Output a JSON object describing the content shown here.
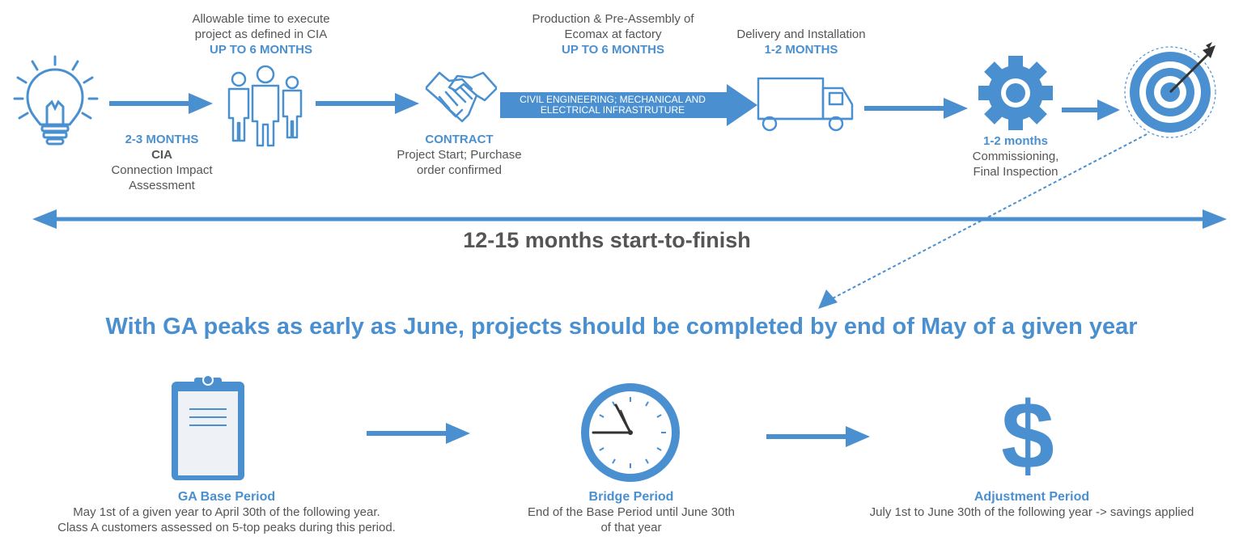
{
  "steps": {
    "cia": {
      "duration": "2-3 MONTHS",
      "title": "CIA",
      "desc": "Connection Impact Assessment"
    },
    "team": {
      "note": "Allowable time to execute project as defined in CIA",
      "duration": "UP TO 6 MONTHS"
    },
    "contract": {
      "title": "CONTRACT",
      "desc": "Project Start; Purchase order confirmed"
    },
    "production": {
      "note": "Production & Pre-Assembly of Ecomax at factory",
      "duration": "UP TO 6 MONTHS",
      "arrow_label": "CIVIL ENGINEERING; MECHANICAL AND ELECTRICAL INFRASTRUTURE"
    },
    "delivery": {
      "note": "Delivery and Installation",
      "duration": "1-2 MONTHS"
    },
    "commissioning": {
      "duration": "1-2 months",
      "desc": "Commissioning, Final Inspection"
    }
  },
  "timeline": {
    "label": "12-15 months start-to-finish"
  },
  "headline": "With GA peaks as early as June, projects should be completed by end of May of a given year",
  "periods": [
    {
      "title": "GA Base Period",
      "line1": "May 1st of a given year to April 30th of the following year.",
      "line2": "Class A customers assessed on 5-top peaks during this period."
    },
    {
      "title": "Bridge Period",
      "line1": "End of the Base Period until June 30th",
      "line2": "of that year"
    },
    {
      "title": "Adjustment Period",
      "line1": "July 1st to June 30th of the following year -> savings applied",
      "line2": ""
    }
  ],
  "icons": [
    "lightbulb-icon",
    "people-icon",
    "handshake-icon",
    "truck-icon",
    "gear-icon",
    "target-icon",
    "clipboard-icon",
    "clock-icon",
    "dollar-icon"
  ],
  "colors": {
    "accent": "#4a90d0",
    "text": "#555555"
  }
}
